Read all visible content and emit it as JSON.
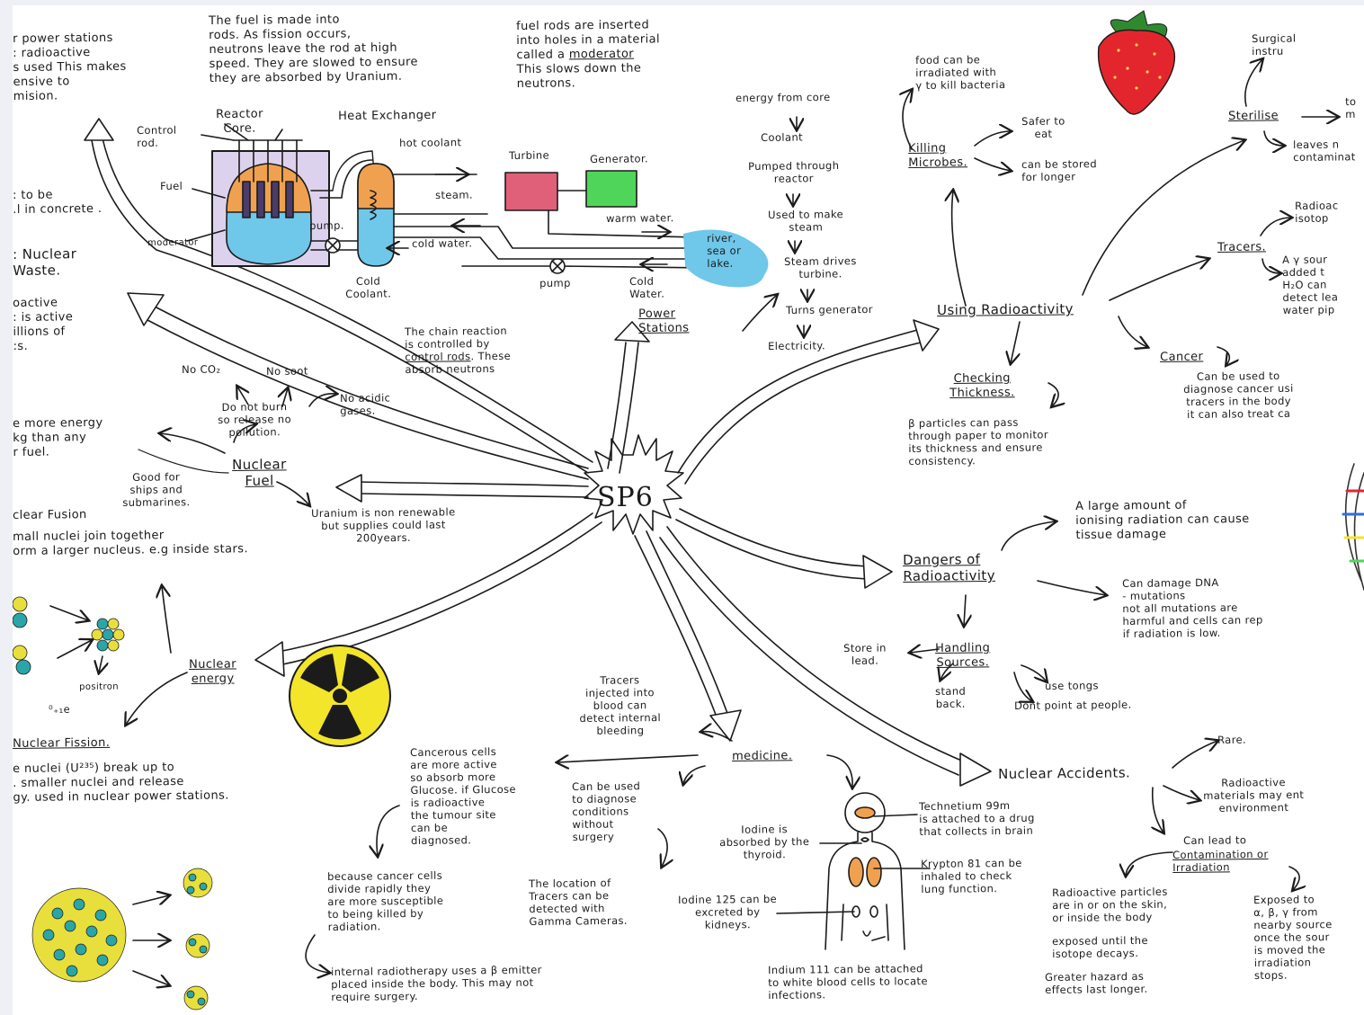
{
  "hub": {
    "label": "SP6"
  },
  "power": {
    "fuel_rods_note": "The fuel is made into\nrods. As fission occurs,\nneutrons leave the rod at high\nspeed. They are slowed to ensure\nthey are absorbed by Uranium.",
    "moderator_note_pre": "fuel rods are inserted\ninto holes in a material\ncalled a ",
    "moderator_word": "moderator",
    "moderator_note_post": "\nThis slows down the\nneutrons.",
    "labels": {
      "reactor_core": "Reactor\nCore.",
      "heat_exchanger": "Heat Exchanger",
      "control_rod": "Control\nrod.",
      "fuel": "Fuel",
      "moderator": "moderator",
      "pump_left": "pump.",
      "hot_coolant": "hot coolant",
      "turbine": "Turbine",
      "generator": "Generator.",
      "steam": "steam.",
      "warm_water": "warm water.",
      "cold_water_top": "cold water.",
      "river": "river,\nsea or\nlake.",
      "cold_coolant": "Cold\nCoolant.",
      "pump_bottom": "pump",
      "cold_water_bottom": "Cold\nWater."
    },
    "power_stations": "Power\nStations",
    "steps": [
      "energy from core",
      "Coolant",
      "Pumped through\nreactor",
      "Used to make\nsteam",
      "Steam drives\nturbine.",
      "Turns generator",
      "Electricity."
    ],
    "chain_reaction_pre": "The chain reaction\nis controlled by\n",
    "chain_reaction_link": "control rods",
    "chain_reaction_post": ". These\nabsorb neutrons"
  },
  "waste": {
    "top_fragment": "r power stations\n: radioactive\ns used This makes\nensive  to\nmision.",
    "concrete_fragment": ": to be\n.l in concrete .",
    "nuclear_waste": ": Nuclear\nWaste.",
    "active_fragment": "oactive\n: is active\nillions of\n:s."
  },
  "fuel": {
    "title": "Nuclear\nFuel",
    "no_co2": "No CO₂",
    "no_soot": "No soot",
    "no_acidic": "No acidic\ngases.",
    "do_not_burn": "Do not burn\nso release no\npollution.",
    "more_energy": "e more energy\nkg than any\nr fuel.",
    "ships": "Good for\nships and\nsubmarines.",
    "uranium": "Uranium is non renewable\nbut supplies could last\n200years."
  },
  "fusion": {
    "title": "clear Fusion",
    "text": "mall nuclei join together\norm a larger nucleus. e.g inside stars.",
    "positron": "positron",
    "positron_symbol": "⁰₊₁e"
  },
  "energy": {
    "title": "Nuclear\nenergy"
  },
  "fission": {
    "title": "Nuclear Fission.",
    "text": "e nuclei (U²³⁵) break up to\n. smaller nuclei and release\ngy. used in nuclear power stations."
  },
  "using": {
    "title": "Using Radioactivity",
    "killing": "Killing\nMicrobes.",
    "food": "food can be\nirradiated with\nγ to kill bacteria",
    "safer": "Safer to\neat",
    "stored": "can be stored\nfor longer",
    "sterilise": "Sterilise",
    "surgical": "Surgical\ninstru",
    "to_fragment": "to\nm",
    "leaves": "leaves n\ncontaminat",
    "tracers": "Tracers.",
    "radioactive_isotope": "Radioac\nisotop",
    "source_water": "A γ sour\nadded t\nH₂O can\ndetect lea\nwater pip",
    "cancer": "Cancer",
    "cancer_text": "Can be used to\ndiagnose cancer usi\ntracers in the body\nit can also treat ca",
    "thickness": "Checking\nThickness.",
    "thickness_text": "β particles can pass\nthrough paper to monitor\nits thickness and ensure\nconsistency."
  },
  "dangers": {
    "title": "Dangers of\nRadioactivity",
    "tissue": "A large amount of\nionising radiation can cause\ntissue damage",
    "dna": "Can damage DNA\n- mutations\nnot all mutations are\nharmful and cells can rep\nif radiation is low.",
    "handling": "Handling\nSources.",
    "store": "Store in\nlead.",
    "stand_back": "stand\nback.",
    "tongs": "use tongs",
    "dont_point": "Dont point at people."
  },
  "medicine": {
    "title": "medicine.",
    "tracers_blood": "Tracers\ninjected into\nblood can\ndetect internal\nbleeding",
    "cancerous": "Cancerous cells\nare more active\nso absorb more\nGlucose. if Glucose\nis radioactive\nthe tumour site\ncan be\ndiagnosed.",
    "diagnose": "Can be used\nto diagnose\nconditions\nwithout\nsurgery",
    "location": "The location of\nTracers can be\ndetected with\nGamma Cameras.",
    "divide": "because cancer cells\ndivide rapidly they\nare more susceptible\nto being killed by\nradiation.",
    "internal": "internal radiotherapy uses a β emitter\nplaced inside the body. This may not\nrequire surgery.",
    "technetium": "Technetium 99m\nis attached to a drug\nthat collects in brain",
    "iodine": "Iodine is\nabsorbed by the\nthyroid.",
    "krypton": "Krypton 81 can be\ninhaled to check\nlung function.",
    "iodine125": "Iodine 125 can be\nexcreted by\nkidneys.",
    "indium": "Indium 111 can be attached\nto white blood cells to locate\ninfections."
  },
  "accidents": {
    "title": "Nuclear Accidents.",
    "rare": "Rare.",
    "materials": "Radioactive\nmaterials may ent\nenvironment",
    "lead_to": "Can lead to",
    "contamination": "Contamination or\nIrradiation",
    "particles": "Radioactive particles\nare in or on the skin,\nor inside the body",
    "exposed_until": "exposed until the\nisotope decays.",
    "greater": "Greater hazard as\neffects last longer.",
    "exposed": "Exposed to\nα, β, γ from\nnearby source\nonce the sour\nis moved the\nirradiation\nstops."
  },
  "colors": {
    "ink": "#1b1b1b",
    "orange": "#f0a150",
    "blue": "#6fc7ea",
    "purple": "#b48ad8",
    "turbine_pink": "#e0607a",
    "generator_green": "#4fd65a",
    "hazard_yellow": "#f2e52a",
    "strawberry_red": "#e3262e",
    "nucleus_yellow": "#e8df3c",
    "nucleus_teal": "#2aa6a8"
  }
}
